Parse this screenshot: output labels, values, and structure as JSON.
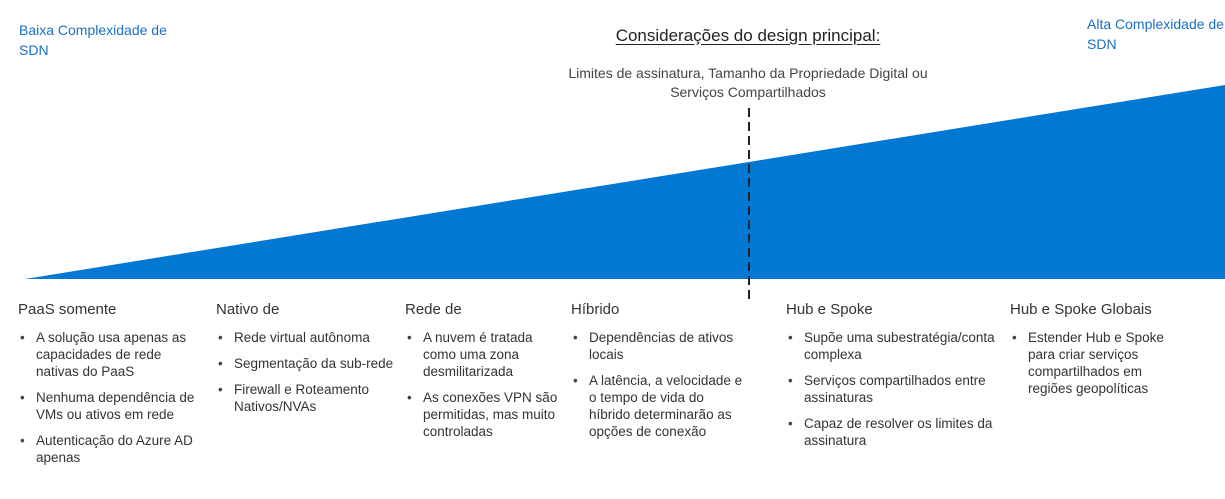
{
  "low_complexity_label": "Baixa Complexidade de SDN",
  "high_complexity_label": "Alta Complexidade de SDN",
  "heading": "Considerações do design principal:",
  "subheading": "Limites de assinatura, Tamanho da Propriedade Digital ou Serviços Compartilhados",
  "colors": {
    "wedge": "#0078d4",
    "accent_text": "#1a6fc4"
  },
  "columns": [
    {
      "title": "PaaS somente",
      "items": [
        "A solução usa apenas as capacidades de rede nativas do PaaS",
        "Nenhuma dependência de VMs ou ativos em rede",
        "Autenticação do Azure AD apenas"
      ]
    },
    {
      "title": "Nativo de",
      "items": [
        "Rede virtual autônoma",
        "Segmentação da sub-rede",
        "Firewall e Roteamento Nativos/NVAs"
      ]
    },
    {
      "title": "Rede de",
      "items": [
        "A nuvem é tratada como uma zona desmilitarizada",
        "As conexões VPN são permitidas, mas muito controladas"
      ]
    },
    {
      "title": "Híbrido",
      "items": [
        "Dependências de ativos locais",
        "A latência, a velocidade e o tempo de vida do híbrido determinarão as opções de conexão"
      ]
    },
    {
      "title": "Hub e Spoke",
      "items": [
        "Supõe uma subestratégia/conta complexa",
        "Serviços compartilhados entre assinaturas",
        "Capaz de resolver os limites da assinatura"
      ]
    },
    {
      "title": "Hub e Spoke Globais",
      "items": [
        "Estender Hub e Spoke para criar serviços compartilhados em regiões geopolíticas"
      ]
    }
  ]
}
